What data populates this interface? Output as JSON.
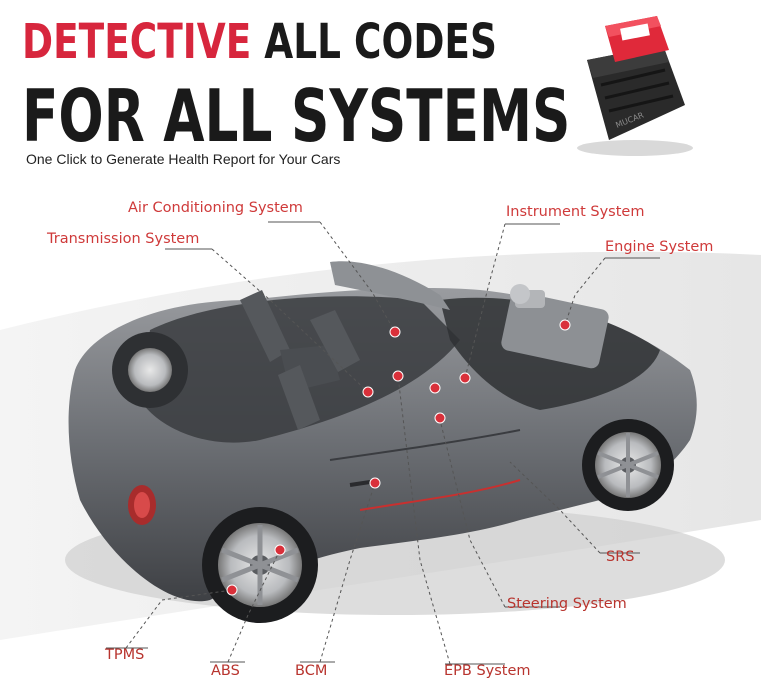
{
  "headline": {
    "word_red": "DETECTIVE",
    "word_dark": "ALL CODES",
    "line2": "FOR ALL SYSTEMS",
    "subtitle": "One Click to Generate Health Report for Your Cars"
  },
  "device": {
    "brand": "MUCAR"
  },
  "colors": {
    "accent": "#d7263d",
    "label": "#cf3a3a",
    "car_body": "#6b6e73"
  },
  "labels": [
    {
      "id": "air-conditioning-system",
      "text": "Air Conditioning System"
    },
    {
      "id": "transmission-system",
      "text": "Transmission System"
    },
    {
      "id": "instrument-system",
      "text": "Instrument System"
    },
    {
      "id": "engine-system",
      "text": "Engine System"
    },
    {
      "id": "srs",
      "text": "SRS"
    },
    {
      "id": "steering-system",
      "text": "Steering System"
    },
    {
      "id": "tpms",
      "text": "TPMS"
    },
    {
      "id": "abs",
      "text": "ABS"
    },
    {
      "id": "bcm",
      "text": "BCM"
    },
    {
      "id": "epb-system",
      "text": "EPB System"
    }
  ]
}
